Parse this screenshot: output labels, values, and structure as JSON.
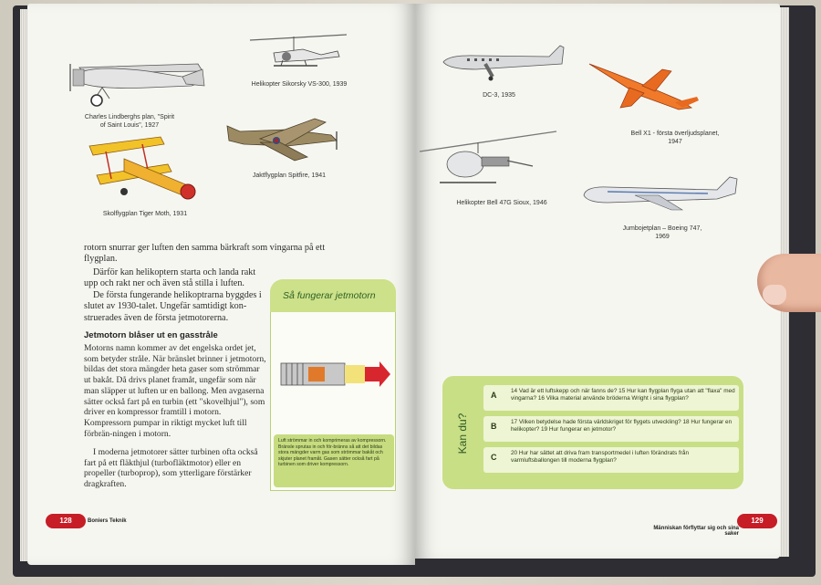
{
  "left_page": {
    "captions": {
      "lindbergh": "Charles Lindberghs plan, \"Spirit of Saint Louis\", 1927",
      "sikorsky": "Helikopter Sikorsky VS-300, 1939",
      "spitfire": "Jaktflygplan Spitfire, 1941",
      "tigermoth": "Skolflygplan Tiger Moth, 1931"
    },
    "para1": "rotorn snurrar ger luften den samma bärkraft som vingarna på ett flygplan.",
    "para2": "Därför kan helikoptern starta och landa rakt upp och rakt ner och även stå stilla i luften.",
    "para3": "De första fungerande helikoptrarna byggdes i slutet av 1930-talet. Ungefär samtidigt kon-struerades även de första jetmotorerna.",
    "heading": "Jetmotorn blåser ut en gasstråle",
    "para4": "Motorns namn kommer av det engelska ordet jet, som betyder stråle. När bränslet brinner i jetmotorn, bildas det stora mängder heta gaser som strömmar ut bakåt. Då drivs planet framåt, ungefär som när man släpper ut luften ur en ballong. Men avgaserna sätter också fart på en turbin (ett \"skovelhjul\"), som driver en kompressor framtill i motorn. Kompressorn pumpar in riktigt mycket luft till förbrän-ningen i motorn.",
    "para5": "I moderna jetmotorer sätter turbinen ofta också fart på ett fläkthjul (turbofläktmotor) eller en propeller (turboprop), som ytterligare förstärker dragkraften.",
    "panel_title": "Så fungerar jetmotorn",
    "panel_note": "Luft strömmar in och komprimeras av kompressorn. Bränsle sprutas in och för-bränns så att det bildas stora mängder varm gas som strömmar bakåt och skjuter planet framåt. Gasen sätter också fart på turbinen som driver kompressorn.",
    "page_number": "128",
    "footer": "Boniers Teknik"
  },
  "right_page": {
    "captions": {
      "dc3": "DC-3, 1935",
      "bellx1": "Bell X1 - första överljudsplanet, 1947",
      "bell47": "Helikopter Bell 47G Sioux, 1946",
      "jumbo": "Jumbojetplan – Boeing 747, 1969"
    },
    "quiz": {
      "title": "Kan du?",
      "rows": [
        {
          "letter": "A",
          "text": "14 Vad är ett luftskepp och när fanns de? 15 Hur kan flygplan flyga utan att \"flaxa\" med vingarna? 16 Vilka material använde bröderna Wright i sina flygplan?"
        },
        {
          "letter": "B",
          "text": "17 Vilken betydelse hade första världskriget för flygets utveckling? 18 Hur fungerar en helikopter? 19 Hur fungerar en jetmotor?"
        },
        {
          "letter": "C",
          "text": "20 Hur har sättet att driva fram transportmedel i luften förändrats från varmluftsballongen till moderna flygplan?"
        }
      ]
    },
    "page_number": "129",
    "footer": "Människan förflyttar sig och sina saker"
  }
}
